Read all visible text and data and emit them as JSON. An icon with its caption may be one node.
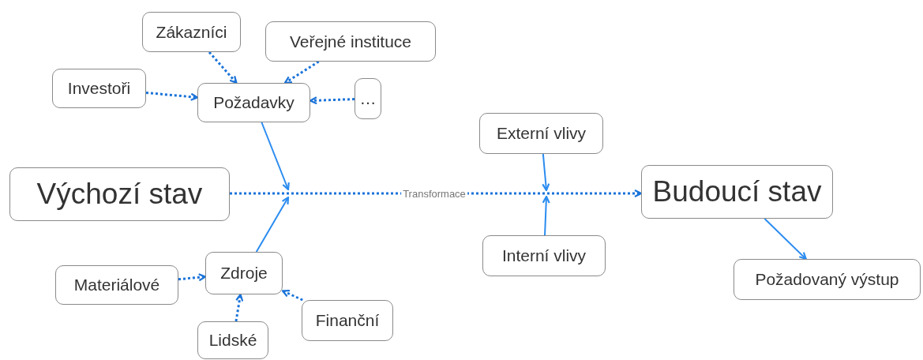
{
  "diagram": {
    "nodes": [
      {
        "text": [
          "Výchozí stav"
        ]
      },
      {
        "text": [
          "Požadavky"
        ]
      },
      {
        "text": [
          "Zákazníci"
        ]
      },
      {
        "text": [
          "Veřejné instituce"
        ]
      },
      {
        "text": [
          "Investoři"
        ]
      },
      {
        "text": [
          "…"
        ]
      },
      {
        "text": [
          "Zdroje"
        ]
      },
      {
        "text": [
          "Materiálové"
        ]
      },
      {
        "text": [
          "Lidské"
        ]
      },
      {
        "text": [
          "Finanční"
        ]
      },
      {
        "text": [
          "Externí vlivy"
        ]
      },
      {
        "text": [
          "Interní vlivy"
        ]
      },
      {
        "text": [
          "Budoucí stav"
        ]
      },
      {
        "text": [
          "Požadovaný výstup"
        ]
      }
    ],
    "edges": [
      {
        "from": 0,
        "to": 12,
        "arrow": "to",
        "label": "Transformace",
        "style": "dashed"
      },
      {
        "from": 1,
        "to": null,
        "arrow": "to"
      },
      {
        "from": 6,
        "to": null,
        "arrow": "to"
      },
      {
        "from": 10,
        "to": null,
        "arrow": "to"
      },
      {
        "from": 11,
        "to": null,
        "arrow": "to"
      },
      {
        "from": 12,
        "to": 13,
        "arrow": "to"
      },
      {
        "from": 2,
        "to": 1,
        "arrow": "to",
        "style": "dashed"
      },
      {
        "from": 3,
        "to": 1,
        "arrow": "to",
        "style": "dashed"
      },
      {
        "from": 4,
        "to": 1,
        "arrow": "to",
        "style": "dashed"
      },
      {
        "from": 5,
        "to": 1,
        "arrow": "to",
        "style": "dashed"
      },
      {
        "from": 7,
        "to": 6,
        "arrow": "to",
        "style": "dashed"
      },
      {
        "from": 8,
        "to": 6,
        "arrow": "to",
        "style": "dashed"
      },
      {
        "from": 9,
        "to": 6,
        "arrow": "to",
        "style": "dashed"
      }
    ]
  }
}
